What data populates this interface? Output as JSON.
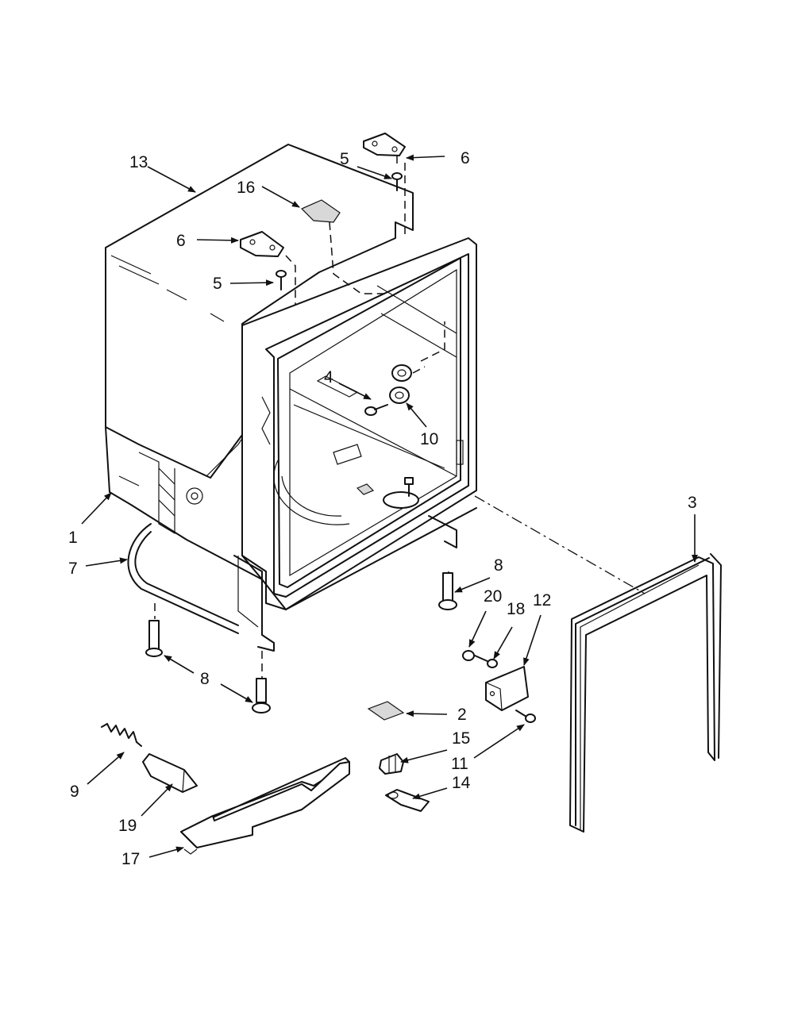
{
  "callouts": [
    {
      "id": "c13",
      "label": "13"
    },
    {
      "id": "c5a",
      "label": "5"
    },
    {
      "id": "c6a",
      "label": "6"
    },
    {
      "id": "c16",
      "label": "16"
    },
    {
      "id": "c6b",
      "label": "6"
    },
    {
      "id": "c5b",
      "label": "5"
    },
    {
      "id": "c4",
      "label": "4"
    },
    {
      "id": "c10",
      "label": "10"
    },
    {
      "id": "c3",
      "label": "3"
    },
    {
      "id": "c1",
      "label": "1"
    },
    {
      "id": "c7",
      "label": "7"
    },
    {
      "id": "c8a",
      "label": "8"
    },
    {
      "id": "c20",
      "label": "20"
    },
    {
      "id": "c18",
      "label": "18"
    },
    {
      "id": "c12",
      "label": "12"
    },
    {
      "id": "c8b",
      "label": "8"
    },
    {
      "id": "c2",
      "label": "2"
    },
    {
      "id": "c15",
      "label": "15"
    },
    {
      "id": "c11",
      "label": "11"
    },
    {
      "id": "c9",
      "label": "9"
    },
    {
      "id": "c14",
      "label": "14"
    },
    {
      "id": "c19",
      "label": "19"
    },
    {
      "id": "c17",
      "label": "17"
    }
  ]
}
